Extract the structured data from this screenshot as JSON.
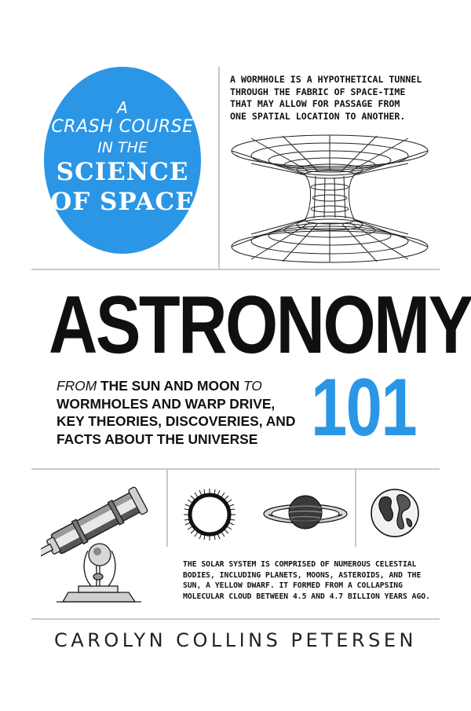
{
  "badge": {
    "line1": "A",
    "line2": "CRASH COURSE",
    "line3": "IN THE",
    "line4": "SCIENCE",
    "line5": "OF SPACE",
    "color": "#2b96e6"
  },
  "wormhole_caption": [
    "A WORMHOLE IS A HYPOTHETICAL TUNNEL",
    "THROUGH THE FABRIC OF SPACE-TIME",
    "THAT MAY ALLOW FOR PASSAGE FROM",
    "ONE SPATIAL LOCATION TO ANOTHER."
  ],
  "title": "ASTRONOMY",
  "subtitle": {
    "line1_a": "FROM",
    "line1_b": " THE SUN AND MOON ",
    "line1_c": "TO",
    "line2": "WORMHOLES AND WARP DRIVE,",
    "line3": "KEY THEORIES, DISCOVERIES, AND",
    "line4": "FACTS ABOUT THE UNIVERSE"
  },
  "number": "101",
  "solar_caption": [
    "THE SOLAR SYSTEM IS COMPRISED OF NUMEROUS CELESTIAL",
    "BODIES, INCLUDING PLANETS, MOONS, ASTEROIDS, AND THE",
    "SUN, A YELLOW DWARF. IT FORMED FROM A COLLAPSING",
    "MOLECULAR CLOUD BETWEEN 4.5 AND 4.7 BILLION YEARS AGO."
  ],
  "author": "CAROLYN COLLINS PETERSEN",
  "illustrations": [
    "wormhole-illustration",
    "telescope-illustration",
    "sun-illustration",
    "saturn-illustration",
    "earth-globe-illustration"
  ]
}
